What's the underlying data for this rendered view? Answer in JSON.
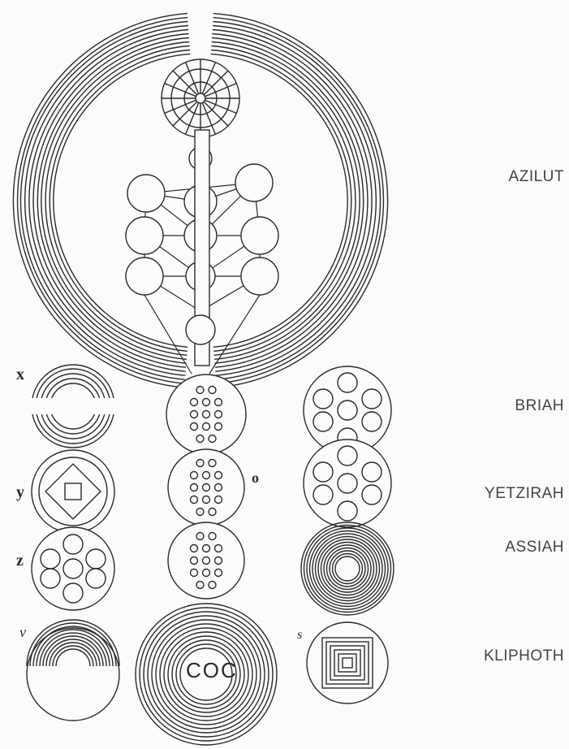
{
  "labels": {
    "azilut": "AZILUT",
    "briah": "BRIAH",
    "yetzirah": "YETZIRAH",
    "assiah": "ASSIAH",
    "kliphoth": "KLIPHOTH"
  },
  "letters": {
    "x": "x",
    "y": "y",
    "z": "z",
    "v": "v",
    "o": "o",
    "s": "s",
    "center": "COC"
  },
  "colors": {
    "ink": "#2a2a2a",
    "paper": "#fbfbf9",
    "label": "#444444"
  }
}
